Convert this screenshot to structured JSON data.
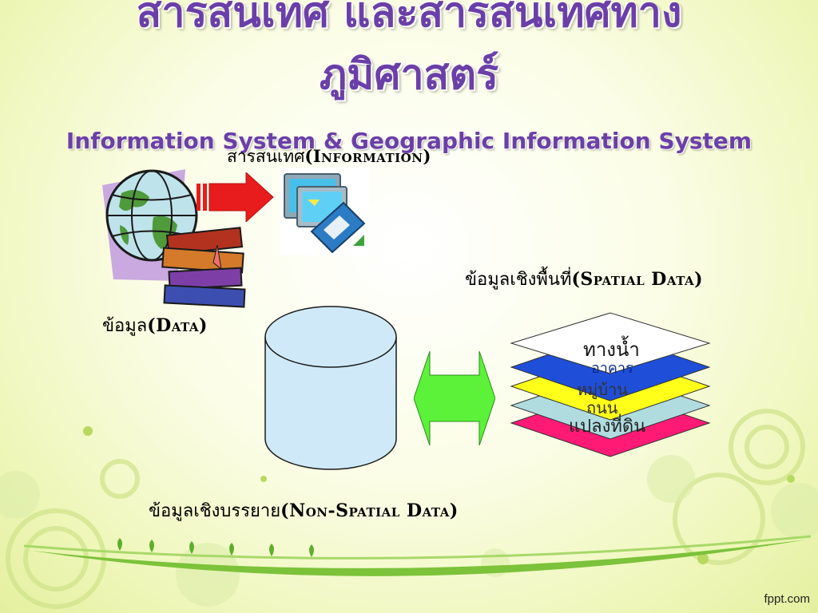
{
  "slide": {
    "title_line1": "สารสนเทศ และสารสนเทศทาง",
    "title_line2": "ภูมิศาสตร์",
    "subtitle": "Information System & Geographic Information System",
    "information_label": "สารสนเทศ(Information)",
    "spatial_label": "ข้อมูลเชิงพื้นที่(Spatial Data)",
    "data_label": "ข้อมูล(Data)",
    "non_spatial_label": "ข้อมูลเชิงบรรยาย(Non-Spatial Data)",
    "layers": [
      {
        "label": "แปลงที่ดิน",
        "color": "#ff1a75"
      },
      {
        "label": "ถนน",
        "color": "#b0dce0"
      },
      {
        "label": "หมู่บ้าน",
        "color": "#ffff1a"
      },
      {
        "label": "อาคาร",
        "color": "#1f4fd8"
      },
      {
        "label": "ทางน้ำ",
        "color": "#ffffff"
      }
    ],
    "watermark": "fppt.com"
  },
  "colors": {
    "title": "#6b3fa8",
    "arrow_red": "#e81c1c",
    "arrow_green": "#5cf23a",
    "database": "#cfe9f8"
  }
}
